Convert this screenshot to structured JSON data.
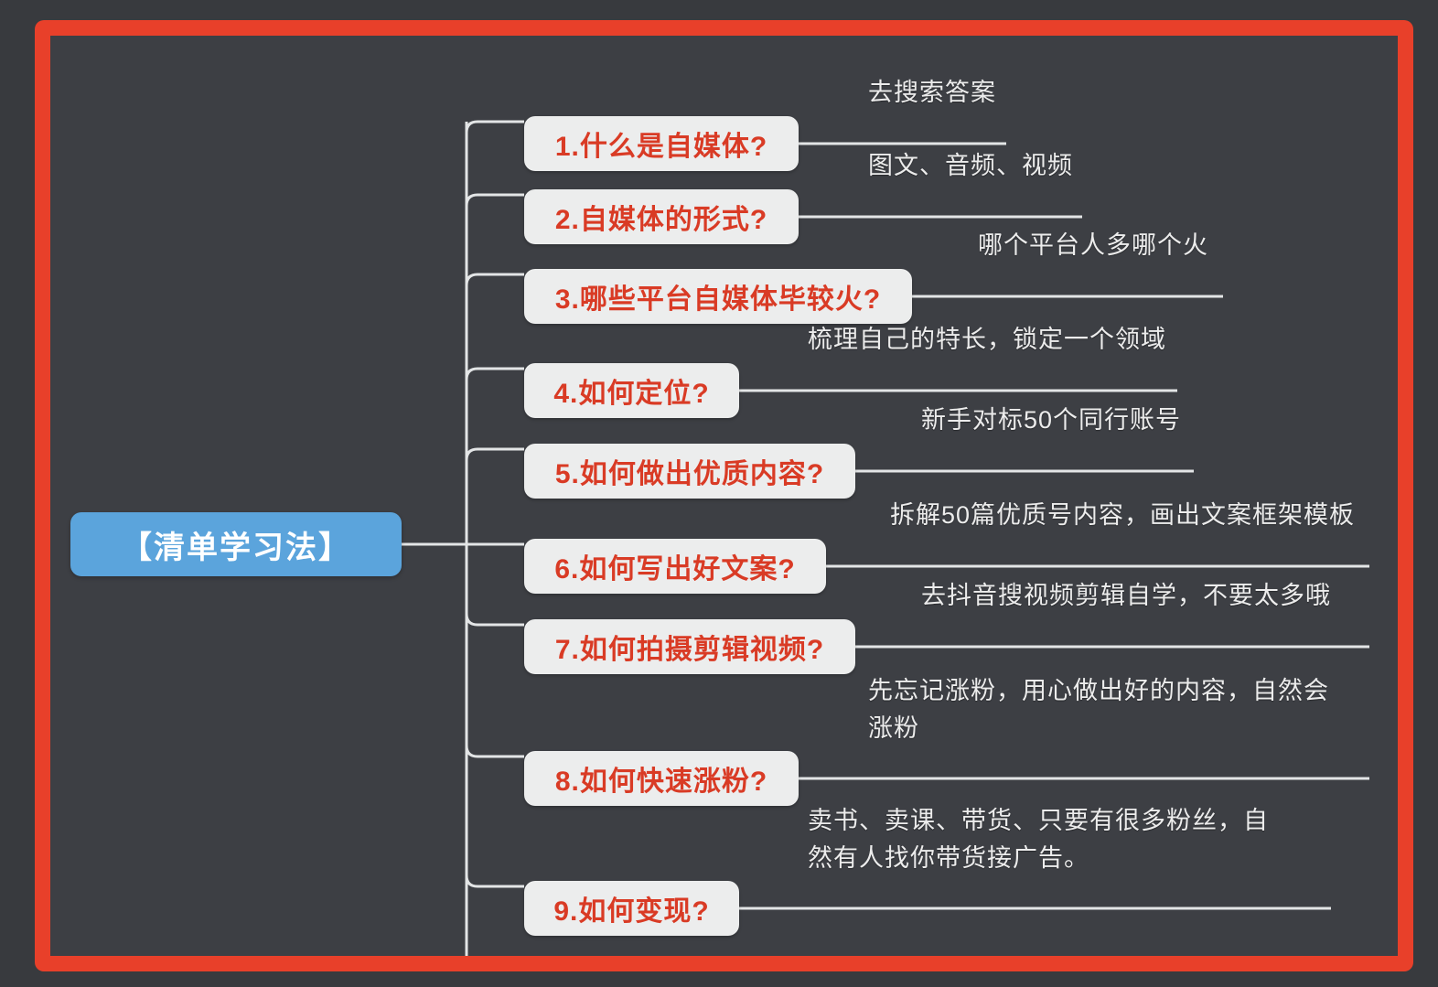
{
  "poster": {
    "frame_color": "#e8402a",
    "board_color": "#3d3f44",
    "outer_color": "#383a3e",
    "root_color": "#5ba4dc",
    "chip_color": "#eceded",
    "chip_text_color": "#d93b25",
    "note_color": "#ececec",
    "wire_color": "#e3e5e6"
  },
  "root": {
    "label": "【清单学习法】"
  },
  "branches": [
    {
      "index": "1",
      "topic": "1.什么是自媒体?",
      "note": "去搜索答案"
    },
    {
      "index": "2",
      "topic": "2.自媒体的形式?",
      "note": "图文、音频、视频"
    },
    {
      "index": "3",
      "topic": "3.哪些平台自媒体毕较火?",
      "note": "哪个平台人多哪个火"
    },
    {
      "index": "4",
      "topic": "4.如何定位?",
      "note": "梳理自己的特长，锁定一个领域"
    },
    {
      "index": "5",
      "topic": "5.如何做出优质内容?",
      "note": "新手对标50个同行账号"
    },
    {
      "index": "6",
      "topic": "6.如何写出好文案?",
      "note": "拆解50篇优质号内容，画出文案框架模板"
    },
    {
      "index": "7",
      "topic": "7.如何拍摄剪辑视频?",
      "note": "去抖音搜视频剪辑自学，不要太多哦"
    },
    {
      "index": "8",
      "topic": "8.如何快速涨粉?",
      "note": "先忘记涨粉，用心做出好的内容，自然会\n涨粉"
    },
    {
      "index": "9",
      "topic": "9.如何变现?",
      "note": "卖书、卖课、带货、只要有很多粉丝，自\n然有人找你带货接广告。"
    }
  ]
}
